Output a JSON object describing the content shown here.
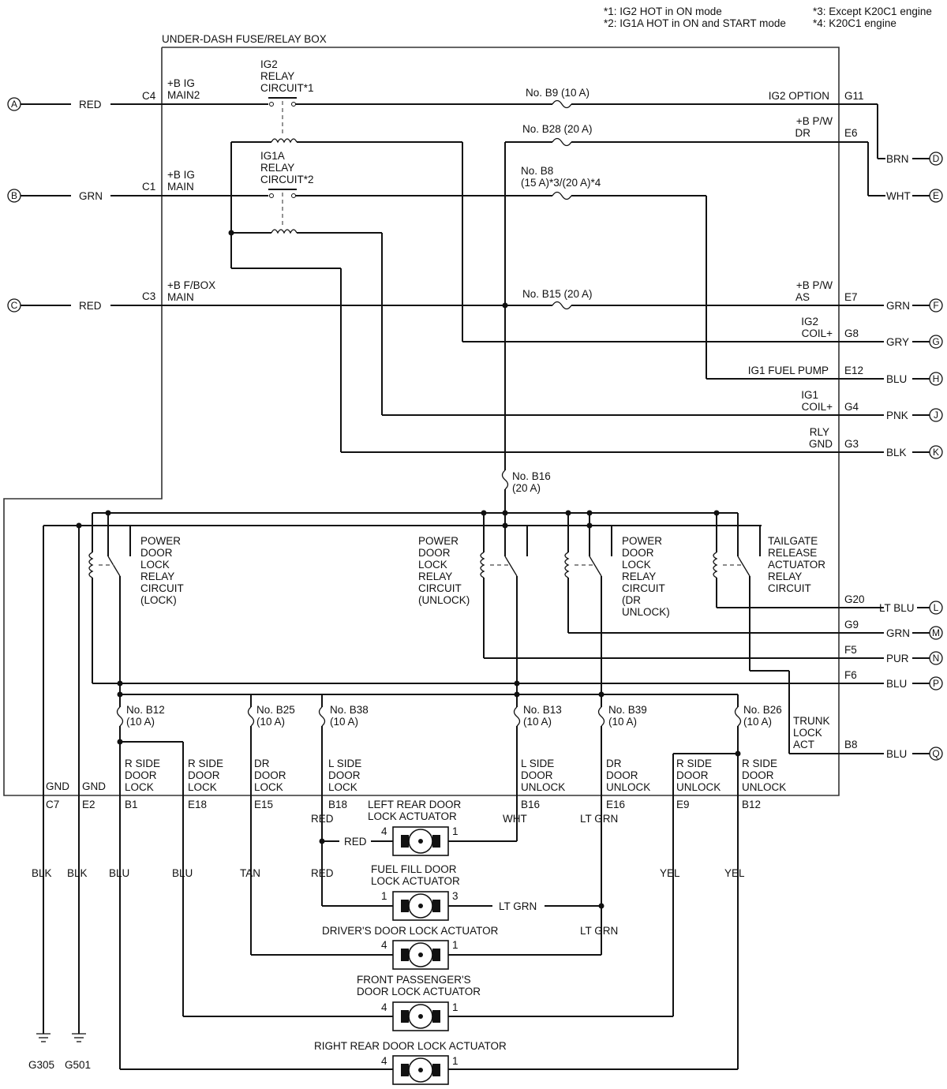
{
  "notes": {
    "n1": "*1: IG2 HOT in ON mode",
    "n2": "*2: IG1A HOT in ON and START mode",
    "n3": "*3: Except K20C1 engine",
    "n4": "*4: K20C1 engine"
  },
  "box_title": "UNDER-DASH FUSE/RELAY BOX",
  "relays": {
    "ig2": [
      "IG2",
      "RELAY",
      "CIRCUIT*1"
    ],
    "ig1a": [
      "IG1A",
      "RELAY",
      "CIRCUIT*2"
    ],
    "lock": [
      "POWER",
      "DOOR",
      "LOCK",
      "RELAY",
      "CIRCUIT",
      "(LOCK)"
    ],
    "unlock": [
      "POWER",
      "DOOR",
      "LOCK",
      "RELAY",
      "CIRCUIT",
      "(UNLOCK)"
    ],
    "dr_unlock": [
      "POWER",
      "DOOR",
      "LOCK",
      "RELAY",
      "CIRCUIT",
      "(DR",
      "UNLOCK)"
    ],
    "tailgate": [
      "TAILGATE",
      "RELEASE",
      "ACTUATOR",
      "RELAY",
      "CIRCUIT"
    ]
  },
  "fuses": {
    "b9": "No. B9 (10 A)",
    "b28": "No. B28 (20 A)",
    "b8a": "No. B8",
    "b8b": "(15 A)*3/(20 A)*4",
    "b15": "No. B15 (20 A)",
    "b16a": "No. B16",
    "b16b": "(20 A)",
    "b12": "No. B12",
    "b25": "No. B25",
    "b38": "No. B38",
    "b13": "No. B13",
    "b39": "No. B39",
    "b26": "No. B26",
    "amp10": "(10 A)"
  },
  "left_inputs": [
    {
      "letter": "A",
      "wire": "RED",
      "term": "C4",
      "func": [
        "+B IG",
        "MAIN2"
      ]
    },
    {
      "letter": "B",
      "wire": "GRN",
      "term": "C1",
      "func": [
        "+B IG",
        "MAIN"
      ]
    },
    {
      "letter": "C",
      "wire": "RED",
      "term": "C3",
      "func": [
        "+B F/BOX",
        "MAIN"
      ]
    }
  ],
  "right_outputs": [
    {
      "letter": "D",
      "wire": "BRN",
      "term": "G11",
      "func": [
        "IG2 OPTION"
      ]
    },
    {
      "letter": "E",
      "wire": "WHT",
      "term": "E6",
      "func": [
        "+B P/W",
        "DR"
      ]
    },
    {
      "letter": "F",
      "wire": "GRN",
      "term": "E7",
      "func": [
        "+B P/W",
        "AS"
      ]
    },
    {
      "letter": "G",
      "wire": "GRY",
      "term": "G8",
      "func": [
        "IG2",
        "COIL+"
      ]
    },
    {
      "letter": "H",
      "wire": "BLU",
      "term": "E12",
      "func": [
        "IG1 FUEL PUMP"
      ]
    },
    {
      "letter": "J",
      "wire": "PNK",
      "term": "G4",
      "func": [
        "IG1",
        "COIL+"
      ]
    },
    {
      "letter": "K",
      "wire": "BLK",
      "term": "G3",
      "func": [
        "RLY",
        "GND"
      ]
    },
    {
      "letter": "L",
      "wire": "LT BLU",
      "term": "G20",
      "func": []
    },
    {
      "letter": "M",
      "wire": "GRN",
      "term": "G9",
      "func": []
    },
    {
      "letter": "N",
      "wire": "PUR",
      "term": "F5",
      "func": []
    },
    {
      "letter": "P",
      "wire": "BLU",
      "term": "F6",
      "func": []
    },
    {
      "letter": "Q",
      "wire": "BLU",
      "term": "B8",
      "func": [
        "TRUNK",
        "LOCK",
        "ACT"
      ]
    }
  ],
  "bottom_terms": [
    {
      "func": [
        "GND"
      ],
      "term": "C7",
      "wire": "BLK"
    },
    {
      "func": [
        "GND"
      ],
      "term": "E2",
      "wire": "BLK"
    },
    {
      "func": [
        "R SIDE",
        "DOOR",
        "LOCK"
      ],
      "term": "B1",
      "wire": "BLU"
    },
    {
      "func": [
        "R SIDE",
        "DOOR",
        "LOCK"
      ],
      "term": "E18",
      "wire": "BLU"
    },
    {
      "func": [
        "DR",
        "DOOR",
        "LOCK"
      ],
      "term": "E15",
      "wire": "TAN"
    },
    {
      "func": [
        "L SIDE",
        "DOOR",
        "LOCK"
      ],
      "term": "B18",
      "wire": "RED"
    },
    {
      "func": [
        "L SIDE",
        "DOOR",
        "UNLOCK"
      ],
      "term": "B16",
      "wire": "WHT"
    },
    {
      "func": [
        "DR",
        "DOOR",
        "UNLOCK"
      ],
      "term": "E16",
      "wire": "LT GRN"
    },
    {
      "func": [
        "R SIDE",
        "DOOR",
        "UNLOCK"
      ],
      "term": "E9",
      "wire": "YEL"
    },
    {
      "func": [
        "R SIDE",
        "DOOR",
        "UNLOCK"
      ],
      "term": "B12",
      "wire": "YEL"
    }
  ],
  "extra_wires": {
    "red2": "RED",
    "red3": "RED",
    "ltgrn2": "LT GRN",
    "ltgrn3": "LT GRN"
  },
  "actuators": {
    "left_rear": [
      "LEFT REAR DOOR",
      "LOCK ACTUATOR"
    ],
    "fuel_fill": [
      "FUEL FILL DOOR",
      "LOCK ACTUATOR"
    ],
    "driver": [
      "DRIVER'S DOOR LOCK ACTUATOR"
    ],
    "front_pass": [
      "FRONT PASSENGER'S",
      "DOOR LOCK ACTUATOR"
    ],
    "right_rear": [
      "RIGHT REAR DOOR LOCK ACTUATOR"
    ]
  },
  "pins": {
    "p1": "1",
    "p3": "3",
    "p4": "4"
  },
  "grounds": [
    "G305",
    "G501"
  ]
}
